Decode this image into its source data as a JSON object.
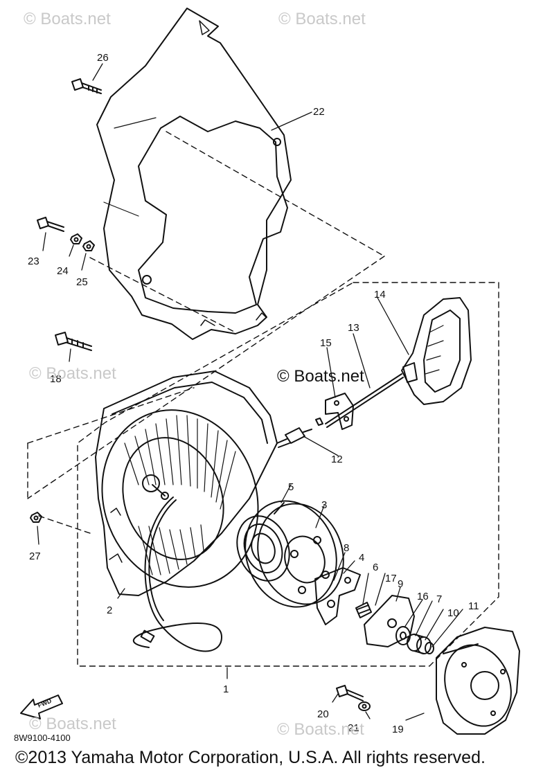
{
  "watermarks": {
    "top_left": "© Boats.net",
    "top_center": "© Boats.net",
    "mid_left": "© Boats.net",
    "mid_center": "© Boats.net",
    "bottom_left": "© Boats.net",
    "bottom_center": "© Boats.net"
  },
  "parts": [
    {
      "id": "1",
      "label": "1"
    },
    {
      "id": "2",
      "label": "2"
    },
    {
      "id": "3",
      "label": "3"
    },
    {
      "id": "4",
      "label": "4"
    },
    {
      "id": "5",
      "label": "5"
    },
    {
      "id": "6",
      "label": "6"
    },
    {
      "id": "7",
      "label": "7"
    },
    {
      "id": "8",
      "label": "8"
    },
    {
      "id": "9",
      "label": "9"
    },
    {
      "id": "10",
      "label": "10"
    },
    {
      "id": "11",
      "label": "11"
    },
    {
      "id": "12",
      "label": "12"
    },
    {
      "id": "13",
      "label": "13"
    },
    {
      "id": "14",
      "label": "14"
    },
    {
      "id": "15",
      "label": "15"
    },
    {
      "id": "16",
      "label": "16"
    },
    {
      "id": "17",
      "label": "17"
    },
    {
      "id": "18",
      "label": "18"
    },
    {
      "id": "19",
      "label": "19"
    },
    {
      "id": "20",
      "label": "20"
    },
    {
      "id": "21",
      "label": "21"
    },
    {
      "id": "22",
      "label": "22"
    },
    {
      "id": "23",
      "label": "23"
    },
    {
      "id": "24",
      "label": "24"
    },
    {
      "id": "25",
      "label": "25"
    },
    {
      "id": "26",
      "label": "26"
    },
    {
      "id": "27",
      "label": "27"
    }
  ],
  "fwd_label": "FWD",
  "diagram_code": "8W9100-4100",
  "copyright": "©2013 Yamaha Motor Corporation, U.S.A. All rights reserved."
}
